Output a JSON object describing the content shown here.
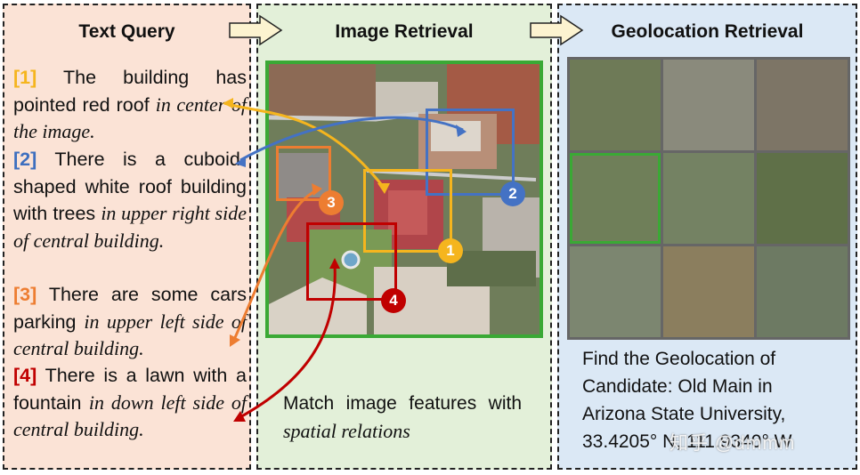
{
  "panels": {
    "text_query": {
      "title": "Text Query"
    },
    "image_retrieval": {
      "title": "Image Retrieval"
    },
    "geolocation": {
      "title": "Geolocation Retrieval"
    }
  },
  "queries": [
    {
      "num": "[1]",
      "color": "#f5b51e",
      "plain": "The building has pointed red roof",
      "italic": "in center of the image."
    },
    {
      "num": "[2]",
      "color": "#3d6fbf",
      "plain": "There is a cuboid-shaped white roof building with trees",
      "italic": "in upper right side of central building."
    },
    {
      "num": "[3]",
      "color": "#ed7d31",
      "plain": "There are some cars parking",
      "italic": "in upper left side of central building."
    },
    {
      "num": "[4]",
      "color": "#c00000",
      "plain": "There is a lawn with a fountain",
      "italic": "in down left side of central building."
    }
  ],
  "retrieval_caption": {
    "plain1": "Match image features with",
    "italic": "spatial relations"
  },
  "markers": [
    {
      "label": "1",
      "color": "#f5b51e"
    },
    {
      "label": "2",
      "color": "#4472c4"
    },
    {
      "label": "3",
      "color": "#ed7d31"
    },
    {
      "label": "4",
      "color": "#c00000"
    }
  ],
  "geolocation_text": {
    "line1": "Find the Geolocation of",
    "line2": "Candidate: Old Main in",
    "line3": "Arizona State University,",
    "line4": "33.4205° N, 111.9340° W"
  },
  "watermark": "知乎 @dmmm",
  "colors": {
    "match_frame": "#3aa935",
    "arrow_yellow": "#f5b51e",
    "arrow_blue": "#4472c4",
    "arrow_orange": "#ed7d31",
    "arrow_red": "#c00000"
  }
}
